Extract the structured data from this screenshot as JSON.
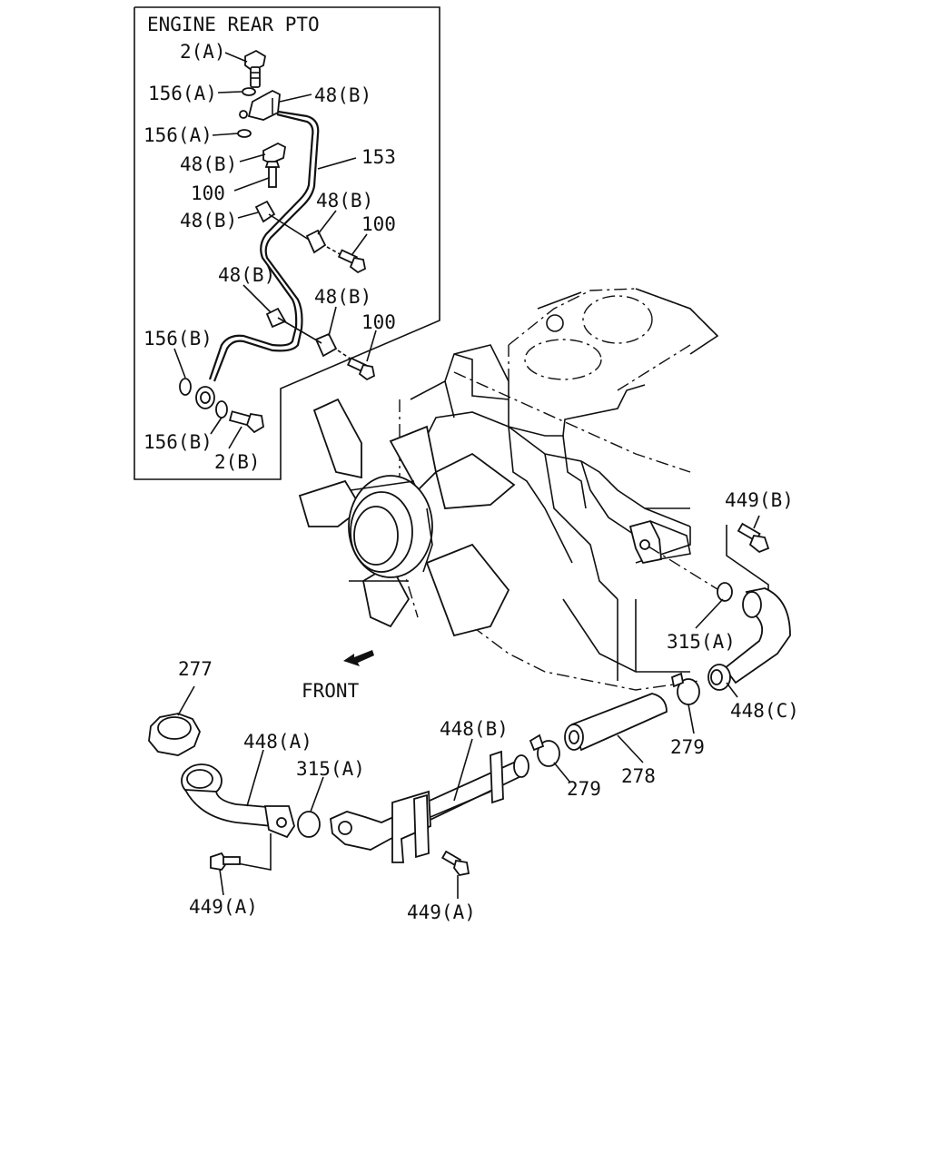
{
  "inset": {
    "title": "ENGINE REAR PTO",
    "labels": {
      "p2a": "2(A)",
      "p156a_1": "156(A)",
      "p48b_1": "48(B)",
      "p156a_2": "156(A)",
      "p153": "153",
      "p48b_2": "48(B)",
      "p100_1": "100",
      "p48b_3": "48(B)",
      "p48b_4": "48(B)",
      "p100_2": "100",
      "p48b_5": "48(B)",
      "p48b_6": "48(B)",
      "p100_3": "100",
      "p156b_1": "156(B)",
      "p156b_2": "156(B)",
      "p2b": "2(B)"
    }
  },
  "main": {
    "front_label": "FRONT",
    "labels": {
      "p449b": "449(B)",
      "p315a_r": "315(A)",
      "p448c": "448(C)",
      "p279_r": "279",
      "p278": "278",
      "p279_l": "279",
      "p448b": "448(B)",
      "p277": "277",
      "p448a": "448(A)",
      "p315a_l": "315(A)",
      "p449a_l": "449(A)",
      "p449a_r": "449(A)"
    }
  }
}
